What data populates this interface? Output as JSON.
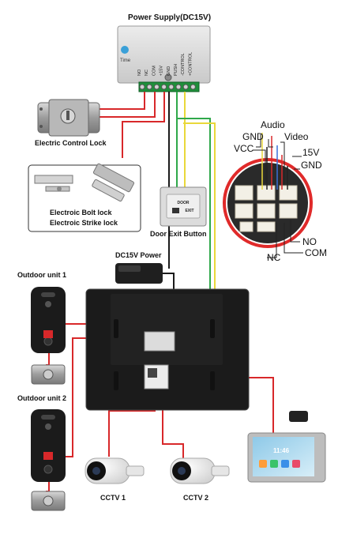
{
  "labels": {
    "power_supply": "Power Supply(DC15V)",
    "electric_control_lock": "Electric Control Lock",
    "electric_bolt_lock": "Electroic Bolt lock",
    "electric_strike_lock": "Electroic Strike lock",
    "door_exit_button": "Door Exit Button",
    "dc15v_power": "DC15V Power",
    "outdoor_unit_1": "Outdoor unit 1",
    "outdoor_unit_2": "Outdoor unit 2",
    "cctv_1": "CCTV 1",
    "cctv_2": "CCTV 2"
  },
  "power_supply_terminals": [
    "NO",
    "NC",
    "COM",
    "+15V",
    "GND",
    "PUSH",
    "-CONTROL",
    "+CONTROL"
  ],
  "power_supply_time_label": "Time",
  "exit_button_text": [
    "DOOR",
    "EXIT"
  ],
  "connector_pins": {
    "audio": "Audio",
    "gnd_top": "GND",
    "video": "Video",
    "vcc": "VCC",
    "v15": "15V",
    "gnd_right": "GND",
    "no": "NO",
    "nc": "NC",
    "com": "COM"
  },
  "monitor_screen": {
    "time": "11:46"
  },
  "colors": {
    "wire_red": "#d8282a",
    "wire_green": "#2fa84a",
    "wire_yellow": "#e9d83a",
    "connector_ring": "#e02a2a",
    "device_dark": "#1b1b1b",
    "power_supply_body": "#dcdcdc"
  }
}
